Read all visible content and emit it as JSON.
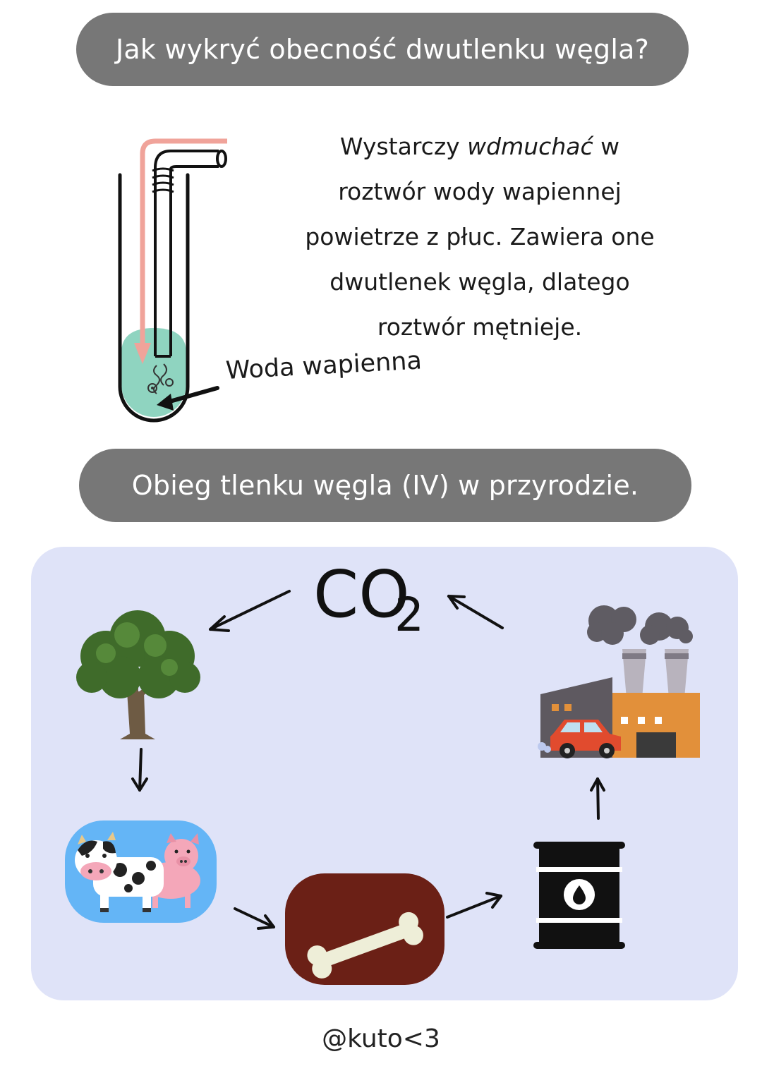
{
  "title_detection": "Jak wykryć obecność dwutlenku węgla?",
  "explanation": {
    "before": "Wystarczy ",
    "emphasis": "wdmuchać",
    "after": " w roztwór wody wapiennej powietrze z płuc. Zawiera one dwutlenek węgla, dlatego roztwór mętnieje."
  },
  "water_label": "Woda wapienna",
  "title_cycle": "Obieg tlenku węgla (IV) w przyrodzie.",
  "co2": {
    "main": "CO",
    "sub": "2"
  },
  "cycle_nodes": [
    "tree-icon",
    "cow-pig-icon",
    "bone-icon",
    "oil-barrel-icon",
    "factory-car-icon"
  ],
  "colors": {
    "pill": "#777777",
    "panel": "#dfe3f8",
    "water": "#8fd4c0",
    "breath": "#f0a39a",
    "bone_bg": "#6b2016",
    "animals_bg": "#64b5f6"
  },
  "footer": "@kuto<3"
}
